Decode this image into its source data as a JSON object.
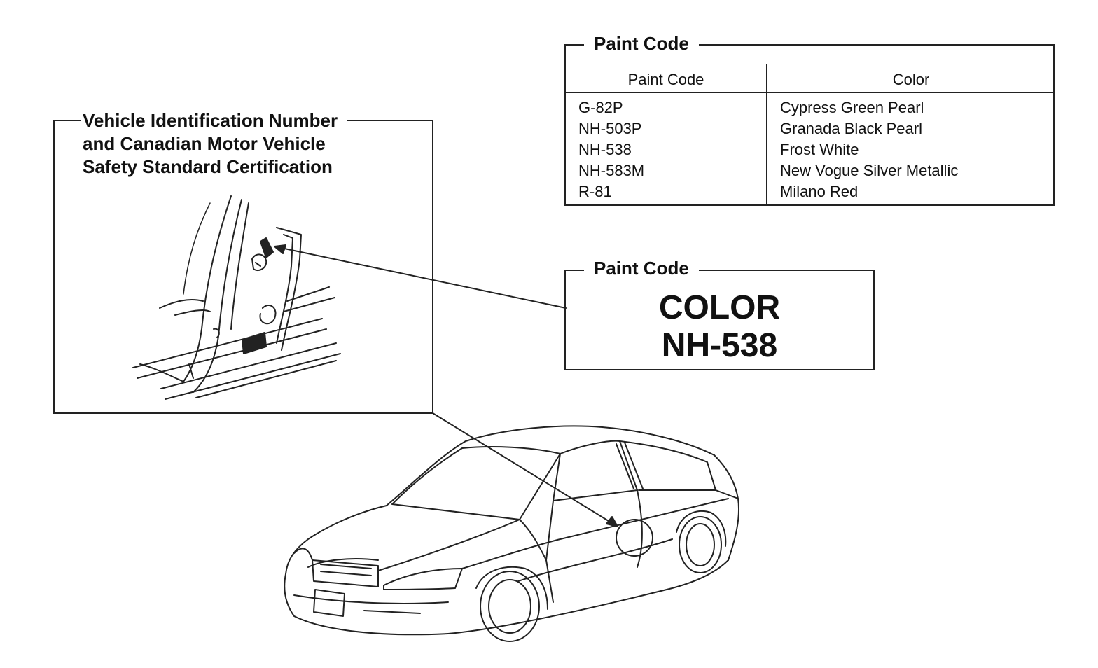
{
  "vin_panel": {
    "title_lines": [
      "Vehicle Identification Number",
      "and Canadian Motor Vehicle",
      "Safety Standard Certification"
    ]
  },
  "paint_table": {
    "title": "Paint Code",
    "headers": [
      "Paint Code",
      "Color"
    ],
    "rows": [
      {
        "code": "G-82P",
        "color": "Cypress Green Pearl"
      },
      {
        "code": "NH-503P",
        "color": "Granada Black Pearl"
      },
      {
        "code": "NH-538",
        "color": "Frost White"
      },
      {
        "code": "NH-583M",
        "color": "New Vogue Silver Metallic"
      },
      {
        "code": "R-81",
        "color": "Milano Red"
      }
    ]
  },
  "paint_label": {
    "title": "Paint Code",
    "line1": "COLOR",
    "line2": "NH-538"
  }
}
